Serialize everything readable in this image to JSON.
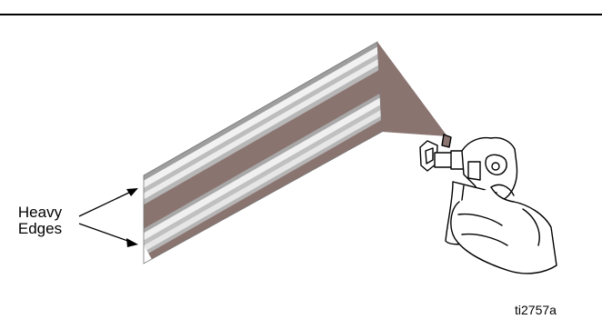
{
  "figure": {
    "callout_line1": "Heavy",
    "callout_line2": "Edges",
    "figure_id": "ti2757a"
  },
  "colors": {
    "heavy_band": "#8a7470",
    "light_band": "#c8c8c8",
    "spray_fan": "#8a7470",
    "outline": "#000000"
  }
}
